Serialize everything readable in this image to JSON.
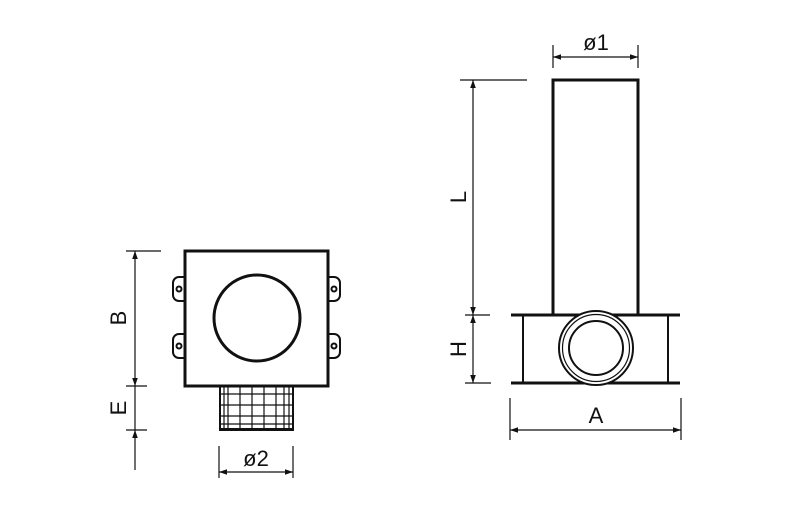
{
  "labels": {
    "B": "B",
    "E": "E",
    "d2": "ø2",
    "d1": "ø1",
    "L": "L",
    "H": "H",
    "A": "A"
  }
}
